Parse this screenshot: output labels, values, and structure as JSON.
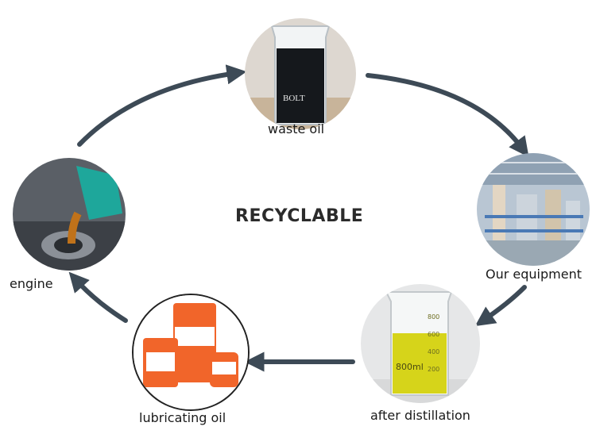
{
  "title": "RECYCLABLE",
  "nodes": {
    "waste_oil": {
      "label": "waste oil",
      "brand": "BOLT",
      "icon": "beaker-dark-oil-photo"
    },
    "equipment": {
      "label": "Our equipment",
      "icon": "factory-equipment-photo"
    },
    "after_distillation": {
      "label": "after distillation",
      "beaker_marks": [
        "800",
        "600",
        "400",
        "200"
      ],
      "beaker_text": "800ml",
      "icon": "beaker-yellow-oil-photo"
    },
    "lubricating_oil": {
      "label": "lubricating oil",
      "icon": "oil-containers-photo"
    },
    "engine": {
      "label": "engine",
      "icon": "engine-oil-pour-photo"
    }
  },
  "colors": {
    "arrow": "#3d4a56",
    "dark_oil": "#15181c",
    "yellow_oil": "#d6d41a",
    "orange": "#f1652a",
    "teal": "#1ea79b"
  }
}
